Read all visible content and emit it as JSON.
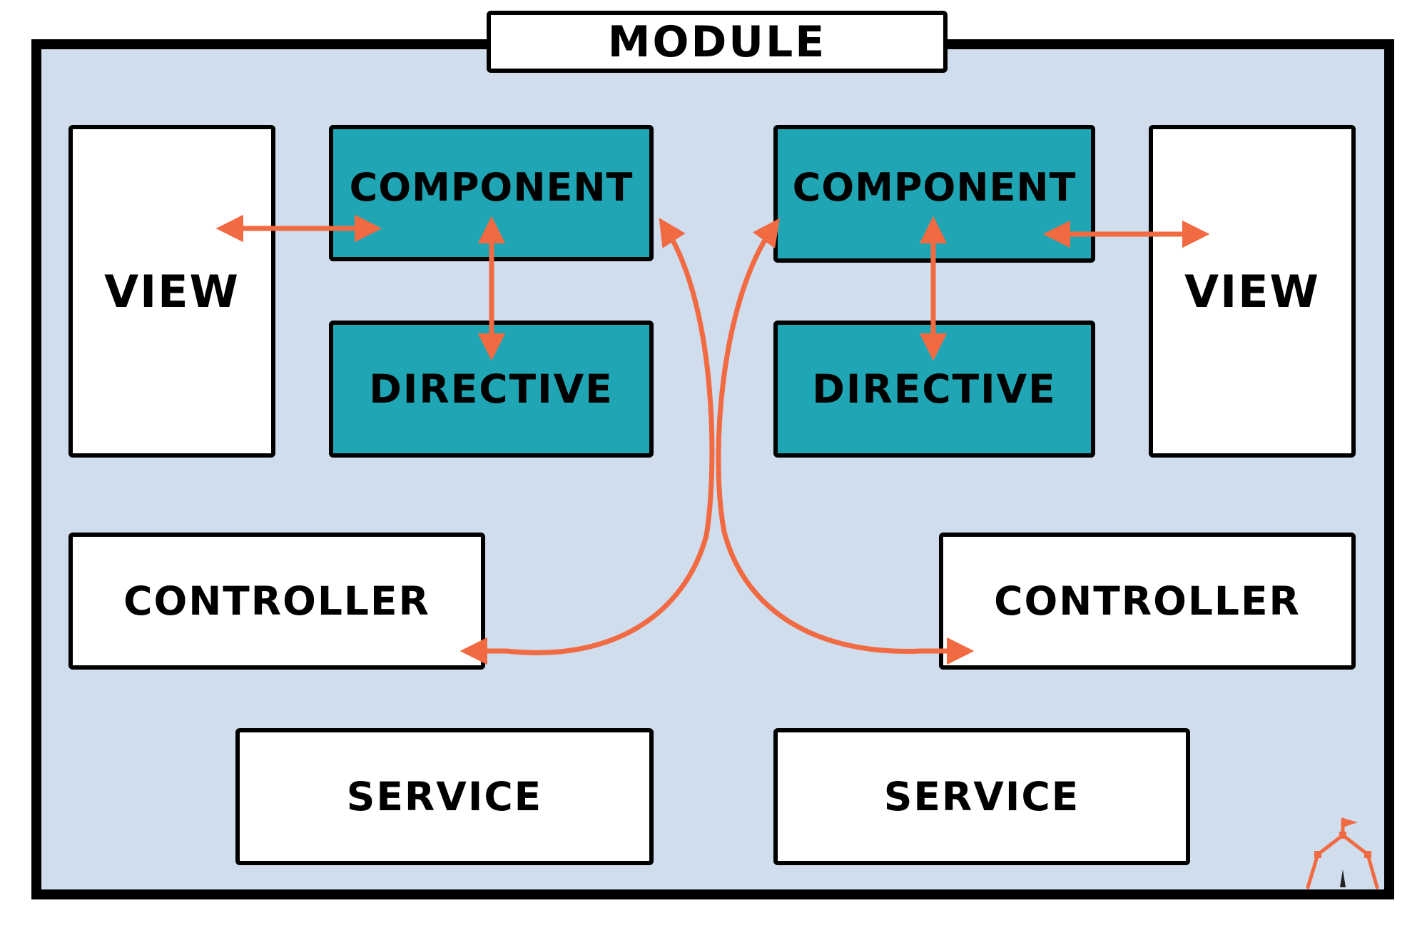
{
  "colors": {
    "module_bg": "#cfdded",
    "border": "#000000",
    "box_white": "#ffffff",
    "box_teal": "#1fa5b3",
    "arrow": "#f26a42"
  },
  "module": {
    "title": "MODULE"
  },
  "nodes": {
    "view_left": "VIEW",
    "component_left": "COMPONENT",
    "directive_left": "DIRECTIVE",
    "component_right": "COMPONENT",
    "directive_right": "DIRECTIVE",
    "view_right": "VIEW",
    "controller_left": "CONTROLLER",
    "controller_right": "CONTROLLER",
    "service_left": "SERVICE",
    "service_right": "SERVICE"
  },
  "edges": [
    {
      "from": "view_left",
      "to": "component_left",
      "direction": "both"
    },
    {
      "from": "component_left",
      "to": "directive_left",
      "direction": "both"
    },
    {
      "from": "component_right",
      "to": "view_right",
      "direction": "both"
    },
    {
      "from": "component_right",
      "to": "directive_right",
      "direction": "both"
    },
    {
      "from": "component_left",
      "to": "controller_left",
      "direction": "both"
    },
    {
      "from": "component_right",
      "to": "controller_right",
      "direction": "both"
    }
  ],
  "logo": {
    "icon": "tower-flag-logo-icon"
  }
}
